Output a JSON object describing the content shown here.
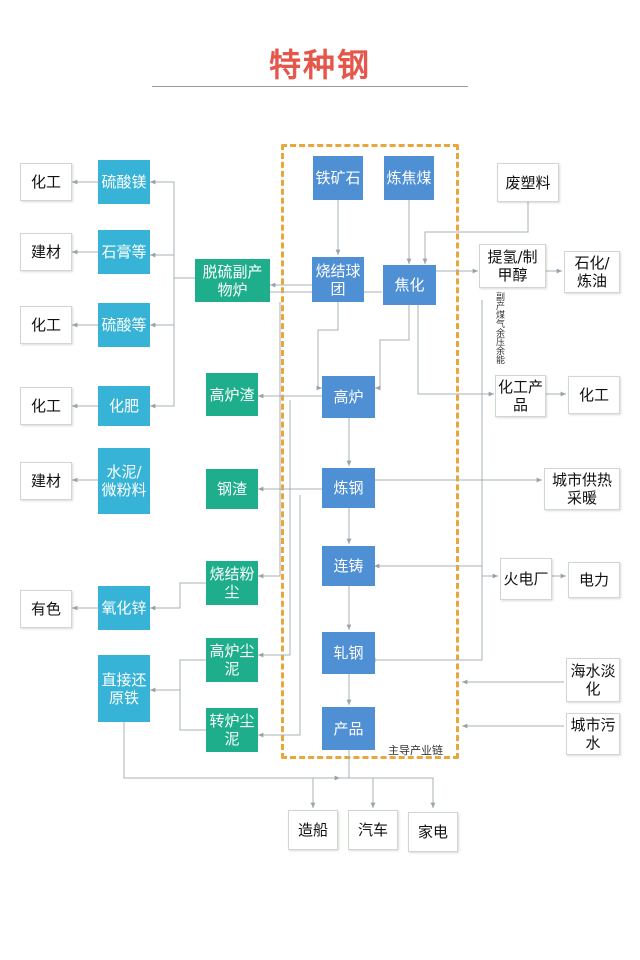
{
  "title": "特种钢",
  "chain_label": "主导产业链",
  "side_label": "副产煤气余压余能",
  "nodes": {
    "tiekuangshi": "铁矿石",
    "lianjiaomei": "炼焦煤",
    "shaojieqiutuan": "烧结球团",
    "jiaohua": "焦化",
    "gaolu": "高炉",
    "liangang": "炼钢",
    "lianzhu": "连铸",
    "zhagang": "轧钢",
    "chanpin": "产品",
    "feisuliao": "废塑料",
    "tiqing": "提氢/制甲醇",
    "shihua": "石化/炼油",
    "huagong_chanpin": "化工产品",
    "huagong_r": "化工",
    "chengshi_gongre": "城市供热采暖",
    "huodianchang": "火电厂",
    "dianli": "电力",
    "haishui": "海水淡化",
    "chengshi_wushui": "城市污水",
    "tuoliu": "脱硫副产物炉",
    "gaoluzha": "高炉渣",
    "gangzha": "钢渣",
    "shaojiefenchen": "烧结粉尘",
    "gaoluchenni": "高炉尘泥",
    "zhuanluchenni": "转炉尘泥",
    "liusuanmei": "硫酸镁",
    "shigao": "石膏等",
    "liusuan": "硫酸等",
    "huafei": "化肥",
    "shuini": "水泥/微粉料",
    "yanghuaxin": "氧化锌",
    "zhijiehuanyuan": "直接还原铁",
    "huagong1": "化工",
    "jiancai1": "建材",
    "huagong2": "化工",
    "huagong3": "化工",
    "jiancai2": "建材",
    "yousE": "有色",
    "zaochuan": "造船",
    "qiche": "汽车",
    "jiadian": "家电"
  }
}
